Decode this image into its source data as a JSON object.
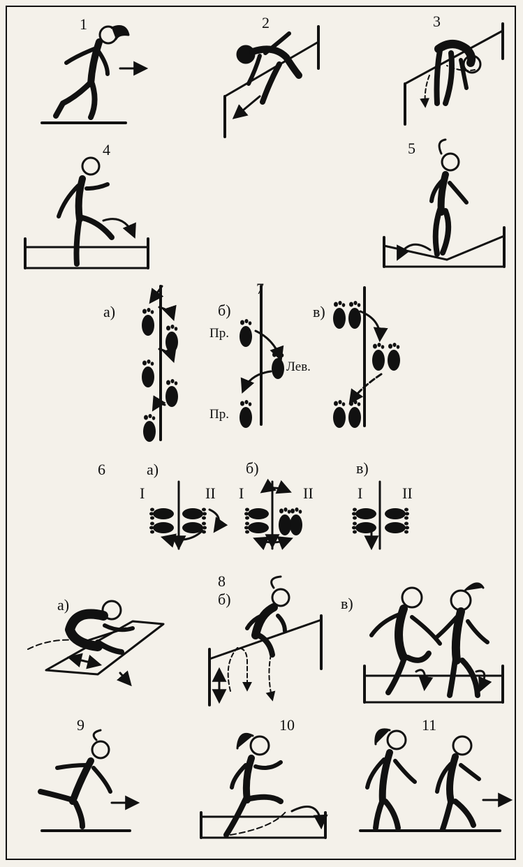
{
  "figure_numbers": {
    "n1": "1",
    "n2": "2",
    "n3": "3",
    "n4": "4",
    "n5": "5",
    "n6": "6",
    "n7": "7",
    "n8": "8",
    "n9": "9",
    "n10": "10",
    "n11": "11"
  },
  "fig7": {
    "a": "а)",
    "b": "б)",
    "v": "в)",
    "right1": "Пр.",
    "left": "Лев.",
    "right2": "Пр."
  },
  "fig6": {
    "a": "а)",
    "b": "б)",
    "v": "в)",
    "a_I": "I",
    "a_II": "II",
    "b_I": "I",
    "b_II": "II",
    "v_I": "I",
    "v_II": "II"
  },
  "fig8": {
    "a": "а)",
    "b": "б)",
    "v": "в)"
  },
  "colors": {
    "ink": "#111111",
    "paper": "#f4f1ea"
  }
}
